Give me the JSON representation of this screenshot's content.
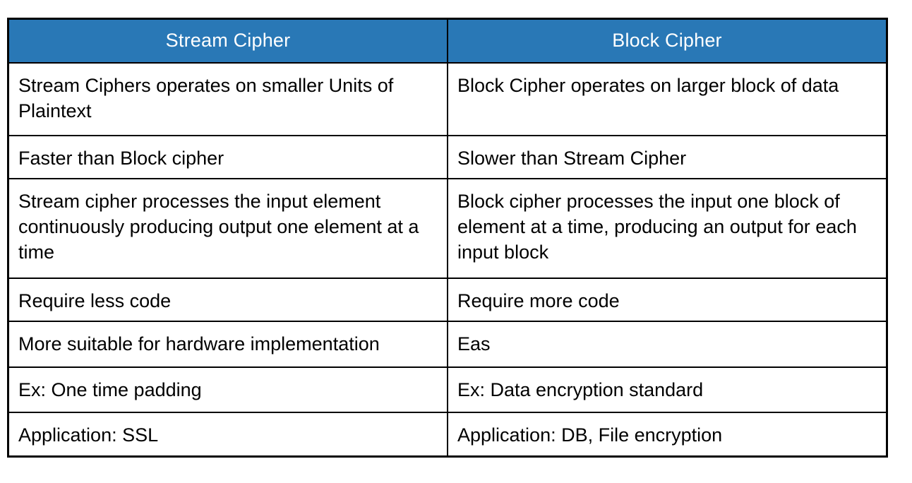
{
  "table": {
    "columns": [
      {
        "label": "Stream Cipher"
      },
      {
        "label": "Block Cipher"
      }
    ],
    "rows": [
      {
        "stream": "Stream Ciphers operates on smaller Units of Plaintext",
        "block": "Block Cipher operates on larger block of data"
      },
      {
        "stream": "Faster than Block cipher",
        "block": "Slower than Stream Cipher"
      },
      {
        "stream": "Stream cipher processes the input element continuously producing output one element at a time",
        "block": "Block cipher processes the input one block of element at a time, producing an output for each input block"
      },
      {
        "stream": "Require less code",
        "block": "Require more code"
      },
      {
        "stream": "More suitable for hardware implementation",
        "block": "Eas"
      },
      {
        "stream": "Ex: One time padding",
        "block": "Ex: Data encryption standard"
      },
      {
        "stream": "Application: SSL",
        "block": "Application: DB, File encryption"
      }
    ],
    "colors": {
      "header_bg": "#2978B6",
      "header_text": "#ffffff",
      "border": "#000000",
      "cell_bg": "#ffffff",
      "cell_text": "#000000"
    }
  }
}
